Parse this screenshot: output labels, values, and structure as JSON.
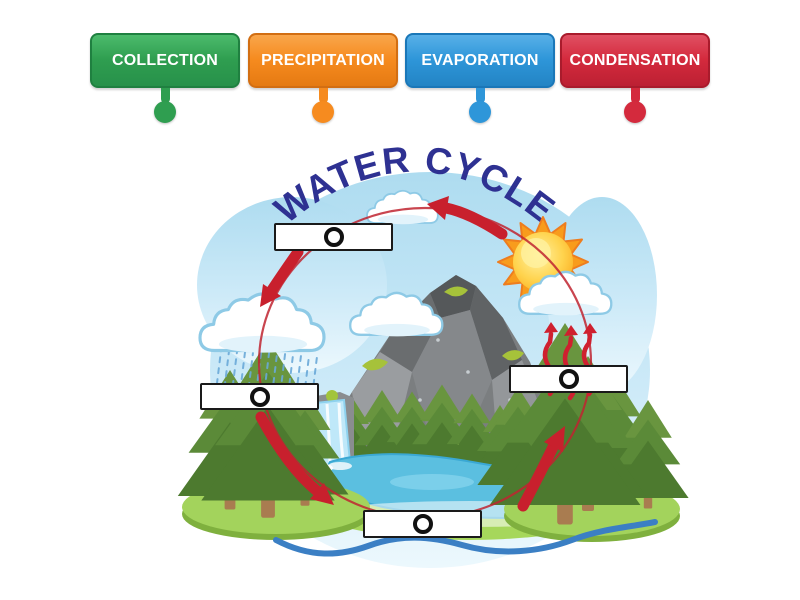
{
  "word_bank": {
    "items": [
      {
        "label": "COLLECTION",
        "color": "#2f9e50"
      },
      {
        "label": "PRECIPITATION",
        "color": "#f68b1f"
      },
      {
        "label": "EVAPORATION",
        "color": "#2e96d9"
      },
      {
        "label": "CONDENSATION",
        "color": "#d42a3d"
      }
    ]
  },
  "diagram": {
    "title": "WATER CYCLE",
    "title_color": "#2e3192",
    "cycle_arrow_color": "#c8202d",
    "target_ring_color": "#111111",
    "drop_targets": [
      {
        "id": "upper-left-sky"
      },
      {
        "id": "below-rain-cloud"
      },
      {
        "id": "right-mountain-trees"
      },
      {
        "id": "bottom-lake"
      }
    ]
  }
}
